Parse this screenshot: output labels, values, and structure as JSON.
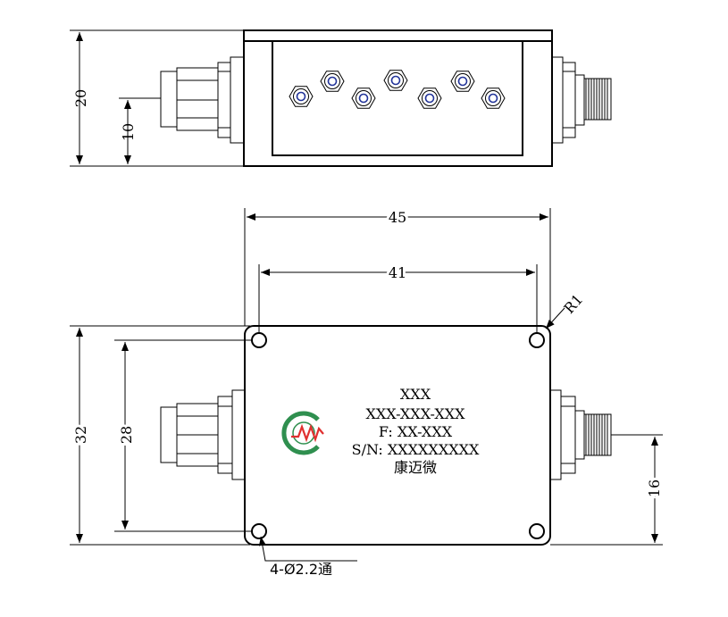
{
  "top_view": {
    "dim_height_total": "20",
    "dim_height_center": "10"
  },
  "front_view": {
    "dim_length": "45",
    "dim_hole_spacing_x": "41",
    "dim_width": "32",
    "dim_hole_spacing_y": "28",
    "dim_port_offset": "16",
    "corner_radius_label": "R1",
    "hole_callout": "4-Ø2.2通"
  },
  "label": {
    "line1": "XXX",
    "line2": "XXX-XXX-XXX",
    "line3": "F: XX-XXX",
    "line4": "S/N: XXXXXXXXX",
    "company": "康迈微"
  },
  "logo_colors": {
    "ring": "#2f8f4f",
    "wave": "#e03030"
  }
}
